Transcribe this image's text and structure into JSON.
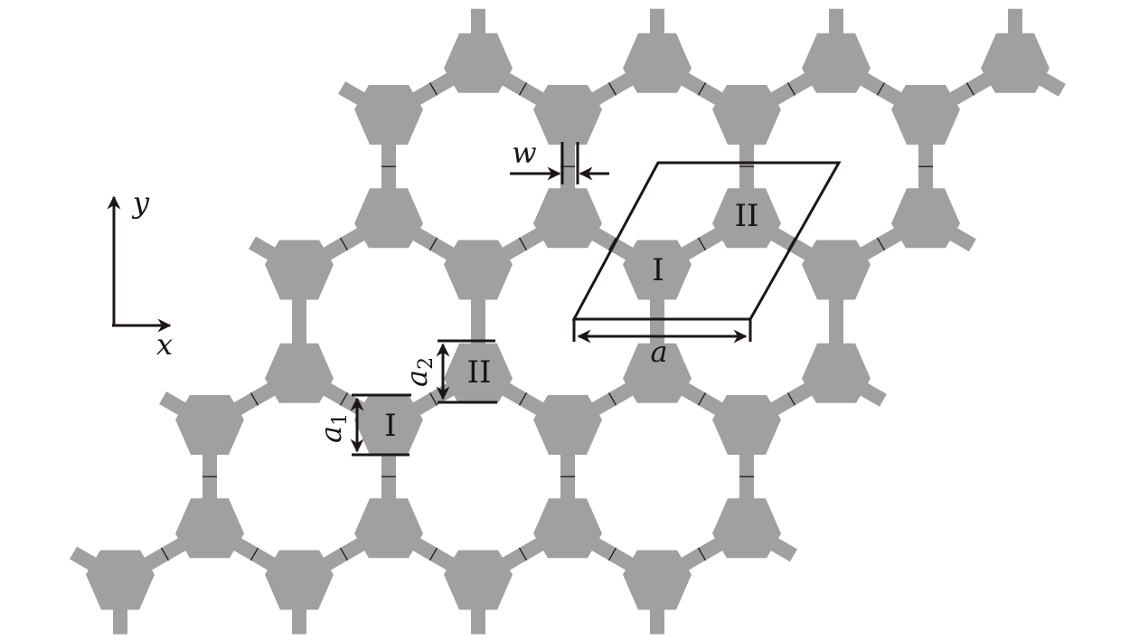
{
  "labels": {
    "site_one": "I",
    "site_two": "II",
    "lattice_constant": "a",
    "width": "w",
    "a1_base": "a",
    "a1_sub": "1",
    "a2_base": "a",
    "a2_sub": "2",
    "axis_x": "x",
    "axis_y": "y"
  },
  "colors": {
    "node": "#a0a0a0",
    "line": "#1e1616"
  }
}
